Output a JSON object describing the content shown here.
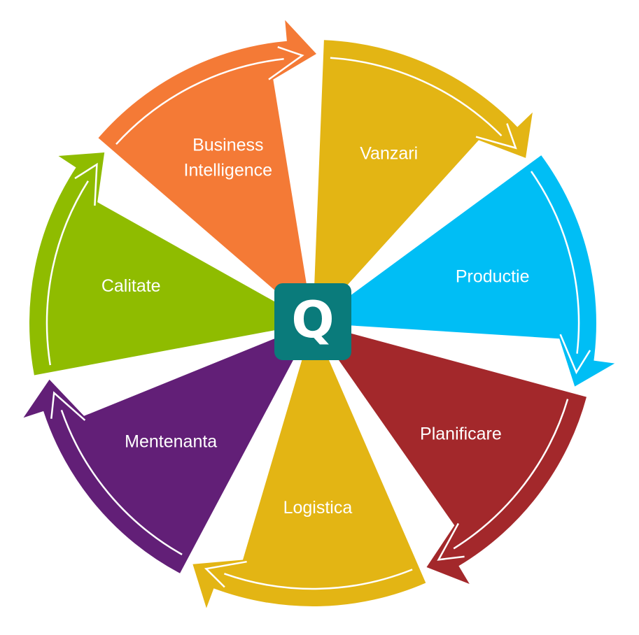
{
  "center": {
    "letter": "Q",
    "color": "#0a7b7b"
  },
  "segments": [
    {
      "id": "vanzari",
      "label": "Vanzari",
      "color": "#e3b514"
    },
    {
      "id": "productie",
      "label": "Productie",
      "color": "#00bef5"
    },
    {
      "id": "planificare",
      "label": "Planificare",
      "color": "#a3282b"
    },
    {
      "id": "logistica",
      "label": "Logistica",
      "color": "#e3b514"
    },
    {
      "id": "mentenanta",
      "label": "Mentenanta",
      "color": "#621f77"
    },
    {
      "id": "calitate",
      "label": "Calitate",
      "color": "#8fbc00"
    },
    {
      "id": "business-intelligence",
      "label": "Business Intelligence",
      "lines": [
        "Business",
        "Intelligence"
      ],
      "color": "#f47a36"
    }
  ]
}
